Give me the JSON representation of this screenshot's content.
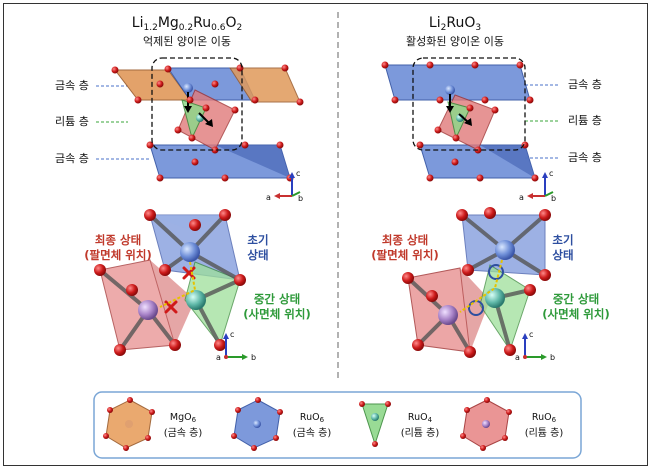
{
  "left_panel": {
    "formula": {
      "base": "Li",
      "s1": "1.2",
      "e1": "Mg",
      "s2": "0.2",
      "e2": "Ru",
      "s3": "0.6",
      "e3": "O",
      "s4": "2"
    },
    "subtitle": "억제된 양이온 이동",
    "layer_labels": {
      "top": "금속 층",
      "middle": "리튬 층",
      "bottom": "금속 층"
    },
    "state_final_1": "최종 상태",
    "state_final_2": "(팔면체 위치)",
    "state_initial_1": "초기",
    "state_initial_2": "상태",
    "state_intermediate_1": "중간 상태",
    "state_intermediate_2": "(사면체 위치)"
  },
  "right_panel": {
    "formula": {
      "base": "Li",
      "s1": "2",
      "e1": "RuO",
      "s2": "3"
    },
    "subtitle": "활성화된 양이온 이동",
    "layer_labels": {
      "top": "금속 층",
      "middle": "리튬 층",
      "bottom": "금속 층"
    },
    "state_final_1": "최종 상태",
    "state_final_2": "(팔면체 위치)",
    "state_initial_1": "초기",
    "state_initial_2": "상태",
    "state_intermediate_1": "중간 상태",
    "state_intermediate_2": "(사면체 위치)"
  },
  "axes": {
    "a": "a",
    "b": "b",
    "c": "c"
  },
  "legend": [
    {
      "formula": "MgO",
      "sub": "6",
      "layer": "(금속 층)",
      "color": "#e8a060"
    },
    {
      "formula": "RuO",
      "sub": "6",
      "layer": "(금속 층)",
      "color": "#6f8fd8"
    },
    {
      "formula": "RuO",
      "sub": "4",
      "layer": "(리튬 층)",
      "color": "#8fd88a"
    },
    {
      "formula": "RuO",
      "sub": "6",
      "layer": "(리튬 층)",
      "color": "#e88a8a"
    }
  ],
  "colors": {
    "metal_label": "#1a1a1a",
    "final_state": "#c0392b",
    "initial_state": "#2e4fa0",
    "intermediate_state": "#2e9a3a",
    "oxygen": "#cc2020",
    "mg_layer": "#d4884a",
    "ru_metal_layer": "#5574d0",
    "ru_li_layer": "#d86a6a",
    "tetra": "#7fd07a"
  }
}
